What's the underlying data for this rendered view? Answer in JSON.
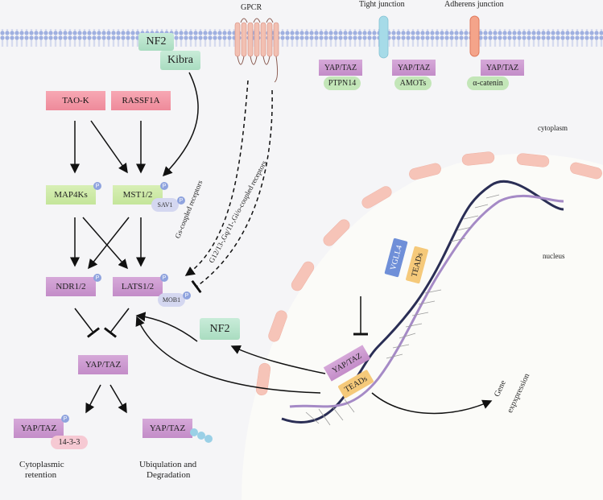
{
  "membrane": {
    "gpcr": "GPCR",
    "tight_junction": "Tight junction",
    "adherens_junction": "Adherens junction"
  },
  "compartments": {
    "cytoplasm": "cytoplasm",
    "nucleus": "nucleus"
  },
  "proteins": {
    "nf2_top": "NF2",
    "kibra": "Kibra",
    "taok": "TAO-K",
    "rassf1a": "RASSF1A",
    "map4ks": "MAP4Ks",
    "mst12": "MST1/2",
    "sav1": "SAV1",
    "ndr12": "NDR1/2",
    "lats12": "LATS1/2",
    "mob1": "MOB1",
    "nf2_mid": "NF2",
    "yaptaz_center": "YAP/TAZ",
    "yaptaz_cyto": "YAP/TAZ",
    "yaptaz_deg": "YAP/TAZ",
    "protein_1433": "14-3-3",
    "yaptaz_tj1": "YAP/TAZ",
    "ptpn14": "PTPN14",
    "yaptaz_tj2": "YAP/TAZ",
    "amots": "AMOTs",
    "yaptaz_aj": "YAP/TAZ",
    "alpha_catenin": "α-catenin",
    "vgll4": "VGLL4",
    "teads_upper": "TEADs",
    "yaptaz_nucleus": "YAP/TAZ",
    "teads_lower": "TEADs",
    "phospho": "P"
  },
  "pathway_labels": {
    "gs_coupled": "Gs-coupled receptors",
    "g1213": "G12/13-,Gq/11-,Gi/o-coupled receptors"
  },
  "outcomes": {
    "cyto_retention_1": "Cytoplasmic",
    "cyto_retention_2": "retention",
    "ubiq_1": "Ubiqulation and",
    "ubiq_2": "Degradation",
    "gene_1": "Gene",
    "gene_2": "expxpression"
  },
  "colors": {
    "kinase_upstream": "#ee8a9a",
    "kinase_mid": "#c4e59a",
    "yap_taz": "#c38cc8",
    "nf2": "#a9dcc0",
    "phospho_badge": "#8fa3de",
    "vgll4": "#6f8fd8",
    "teads": "#f5c97a",
    "nuclear_envelope": "#f6c4b8"
  }
}
